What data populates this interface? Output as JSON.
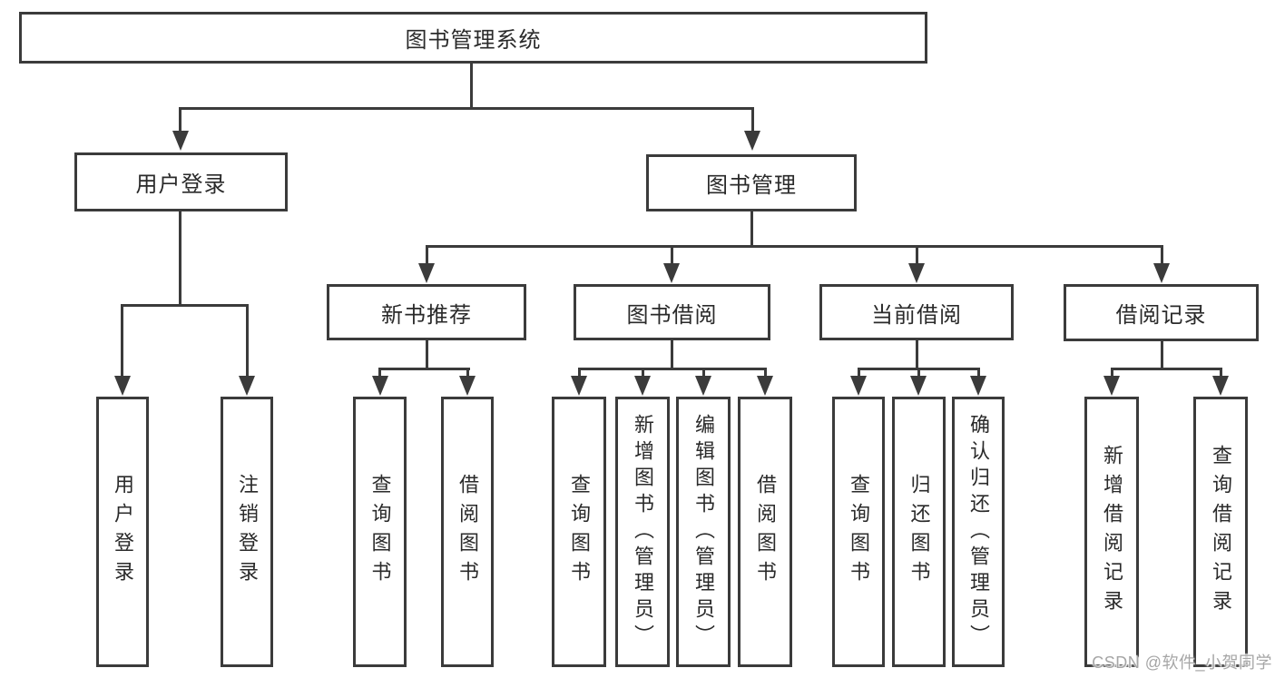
{
  "title": "图书管理系统",
  "watermark": "CSDN @软件_小贺同学",
  "tree": {
    "user_login": {
      "label": "用户登录",
      "children": [
        "用户登录",
        "注销登录"
      ]
    },
    "book_management": {
      "label": "图书管理",
      "groups": [
        {
          "label": "新书推荐",
          "children": [
            "查询图书",
            "借阅图书"
          ]
        },
        {
          "label": "图书借阅",
          "children": [
            "查询图书",
            "新增图书（管理员）",
            "编辑图书（管理员）",
            "借阅图书"
          ]
        },
        {
          "label": "当前借阅",
          "children": [
            "查询图书",
            "归还图书",
            "确认归还（管理员）"
          ]
        },
        {
          "label": "借阅记录",
          "children": [
            "新增借阅记录",
            "查询借阅记录"
          ]
        }
      ]
    }
  }
}
